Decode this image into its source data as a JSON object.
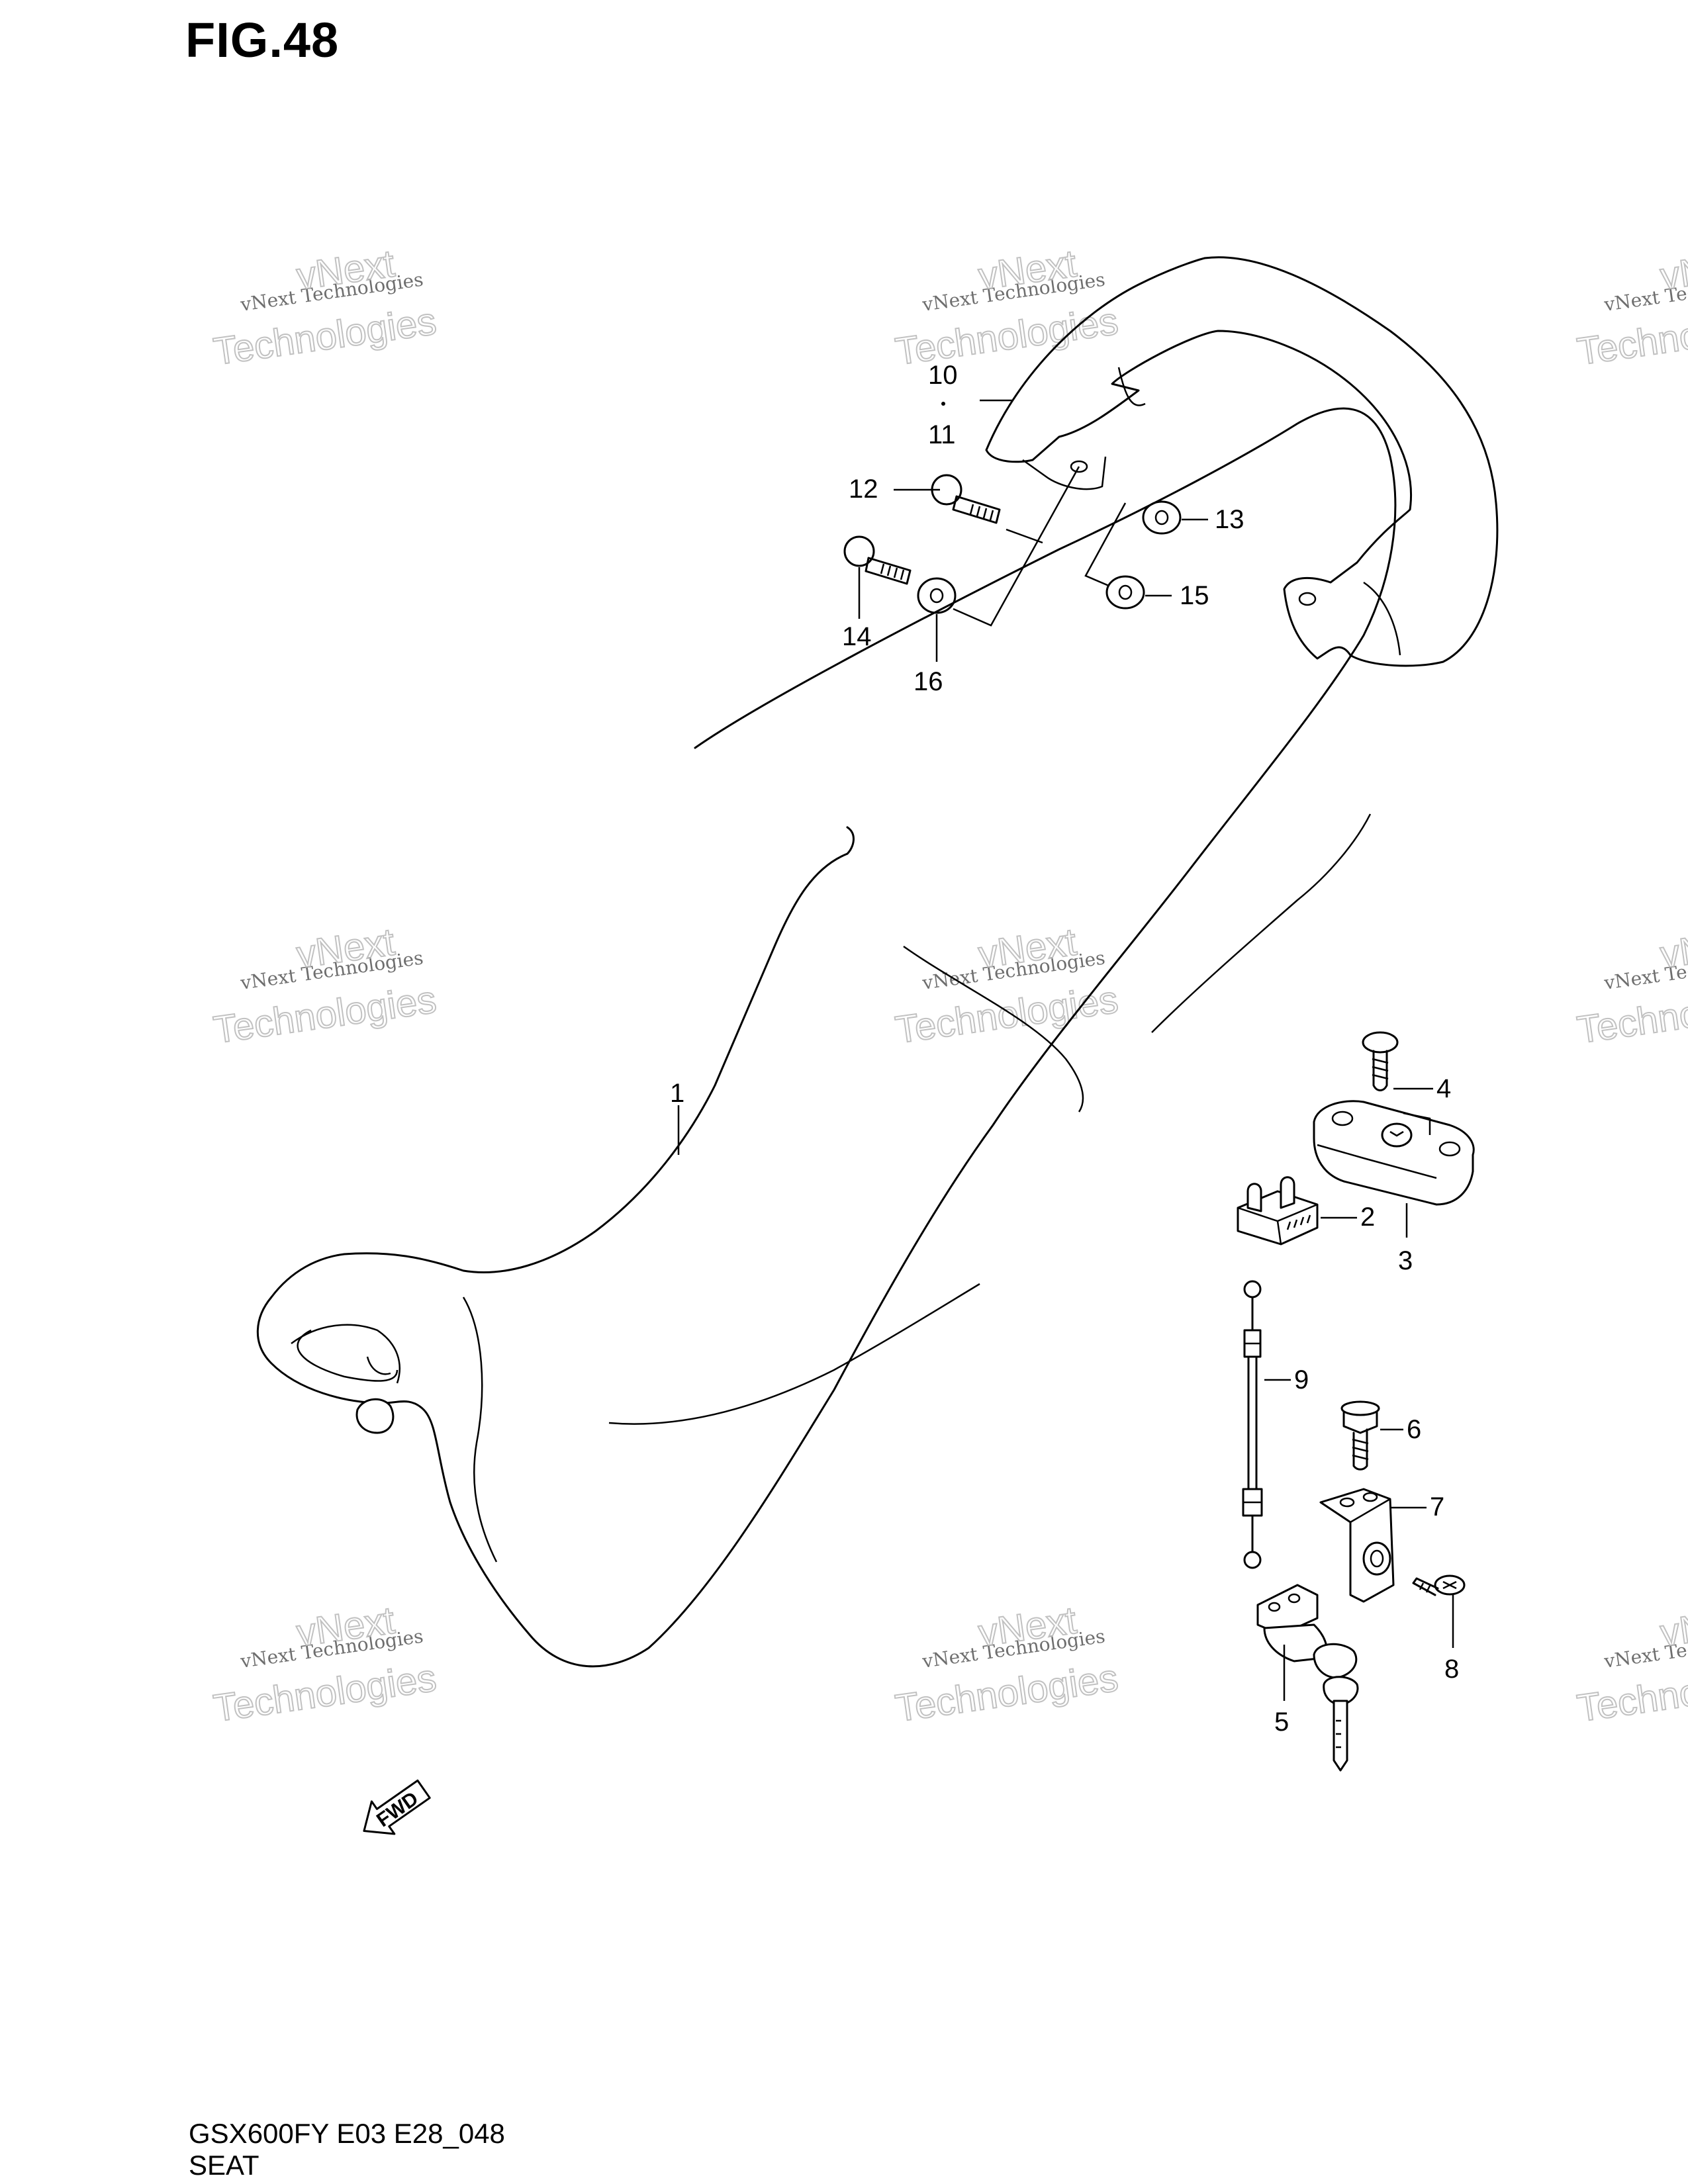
{
  "figure": {
    "title": "FIG.48"
  },
  "callouts": {
    "c1": "1",
    "c2": "2",
    "c3": "3",
    "c4": "4",
    "c5": "5",
    "c6": "6",
    "c7": "7",
    "c8": "8",
    "c9": "9",
    "c10": "10",
    "c11": "11",
    "c12": "12",
    "c13": "13",
    "c14": "14",
    "c15": "15",
    "c16": "16"
  },
  "fwd_label": "FWD",
  "watermark": {
    "line1": "vNext Technologies",
    "line2": "vNext",
    "line3": "Technologies"
  },
  "footer": {
    "code": "GSX600FY E03 E28_048",
    "name": "SEAT"
  }
}
